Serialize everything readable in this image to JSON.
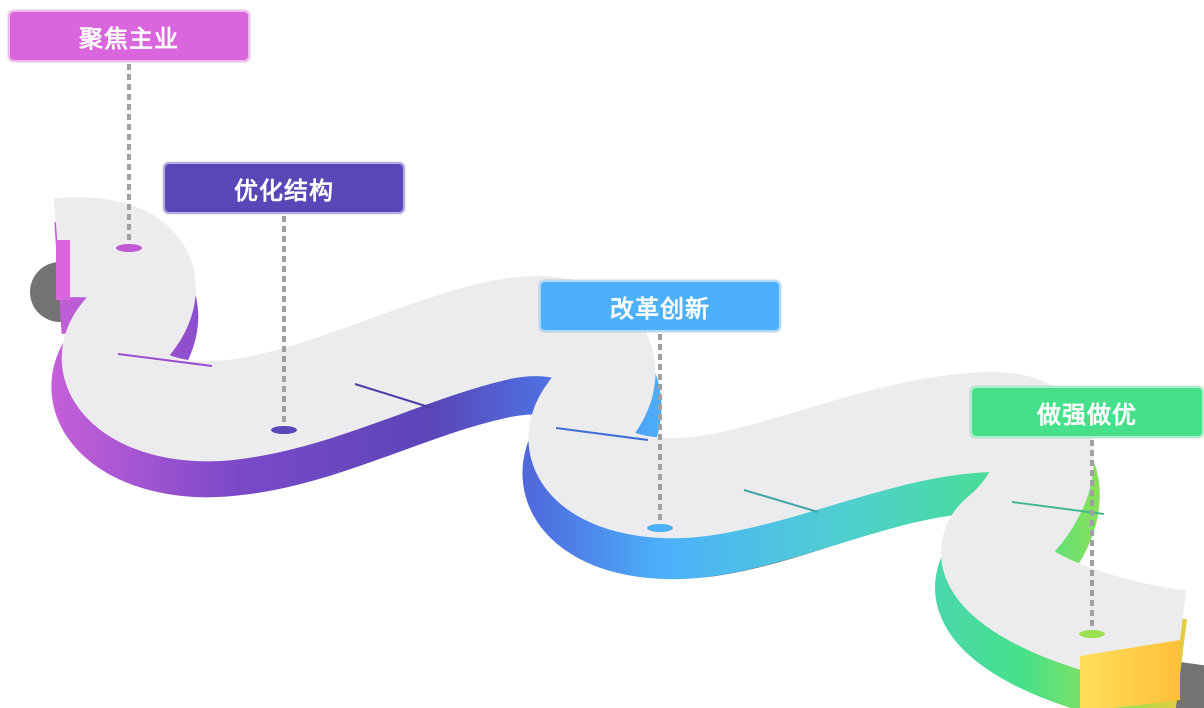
{
  "milestones": [
    {
      "label": "聚焦主业",
      "color": "#d966dd"
    },
    {
      "label": "优化结构",
      "color": "#5b46b8"
    },
    {
      "label": "改革创新",
      "color": "#4cb0fb"
    },
    {
      "label": "做强做优",
      "color": "#47e08a"
    }
  ],
  "colors": {
    "road_top": "#ececee",
    "road_shadow": "#5a5a5a",
    "end_cap": "#ffd23f"
  }
}
